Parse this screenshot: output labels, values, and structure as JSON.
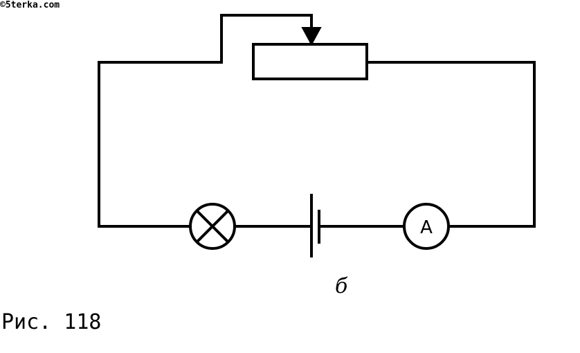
{
  "watermark": "©5terka.com",
  "figure": {
    "sublabel": "б",
    "caption": "Рис. 118"
  },
  "circuit": {
    "components": [
      {
        "kind": "rheostat-with-slider",
        "name": "rheostat"
      },
      {
        "kind": "lamp",
        "name": "lamp"
      },
      {
        "kind": "battery",
        "name": "battery"
      },
      {
        "kind": "ammeter",
        "name": "ammeter",
        "label": "A"
      }
    ]
  }
}
